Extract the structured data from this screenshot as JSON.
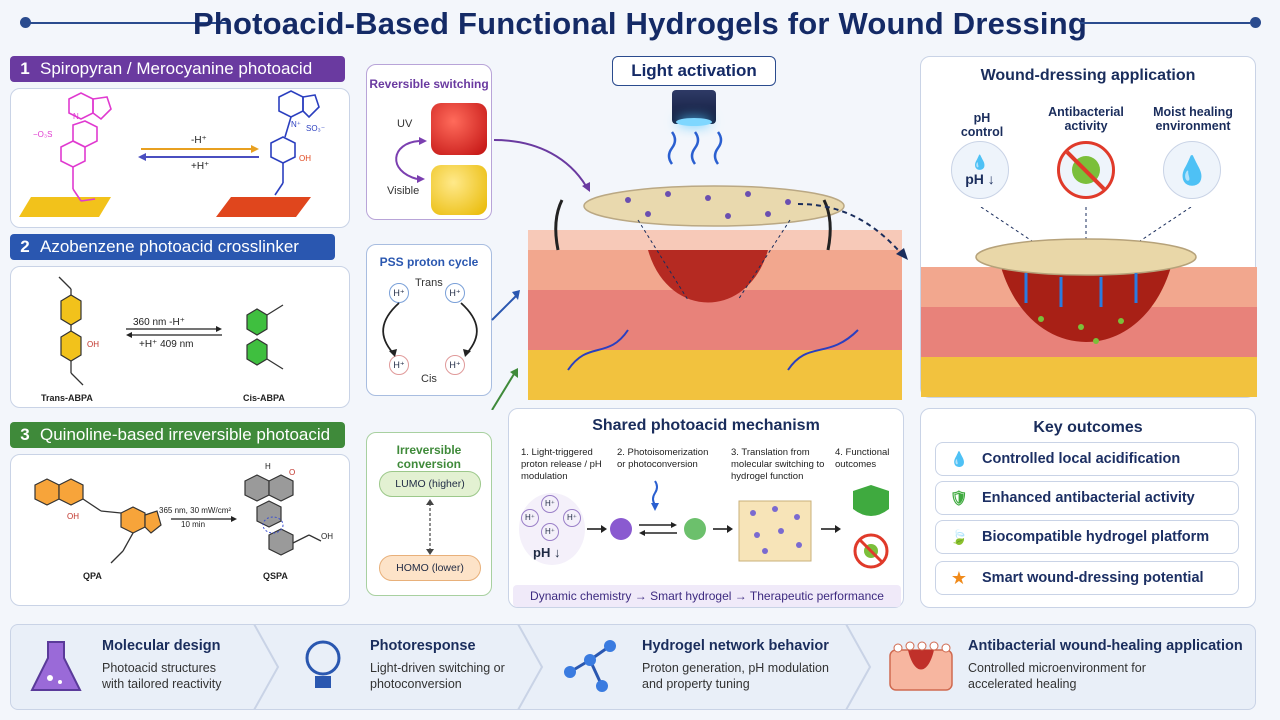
{
  "title": "Photoacid-Based Functional Hydrogels for Wound Dressing",
  "sections": [
    {
      "num": "1",
      "label": "Spiropyran / Merocyanine photoacid",
      "color": "#6a3aa0"
    },
    {
      "num": "2",
      "label": "Azobenzene photoacid crosslinker",
      "color": "#2a57b0"
    },
    {
      "num": "3",
      "label": "Quinoline-based irreversible photoacid",
      "color": "#3f8a3a"
    }
  ],
  "sec1": {
    "arrow_top": "-H⁺",
    "arrow_bottom": "+H⁺",
    "n_label": "N",
    "so3_left": "−O₃S",
    "so3_right": "SO₃⁻",
    "n_plus": "N⁺",
    "oh": "OH"
  },
  "sec2": {
    "arrow_top": "360 nm   -H⁺",
    "arrow_bottom": "+H⁺  409 nm",
    "trans_label": "Trans-ABPA",
    "cis_label": "Cis-ABPA",
    "oh": "OH"
  },
  "sec3": {
    "arrow_line1": "365 nm, 30 mW/cm²",
    "arrow_line2": "10 min",
    "qpa_label": "QPA",
    "qspa_label": "QSPA",
    "oh": "OH",
    "oh2": "OH",
    "nh": "H",
    "o": "O"
  },
  "reversible": {
    "title": "Reversible switching",
    "uv": "UV",
    "visible": "Visible"
  },
  "pss": {
    "title": "PSS proton cycle",
    "trans": "Trans",
    "cis": "Cis",
    "h": "H⁺"
  },
  "irreversible": {
    "title": "Irreversible conversion",
    "lumo": "LUMO (higher)",
    "homo": "HOMO (lower)"
  },
  "light": {
    "label": "Light activation"
  },
  "wound": {
    "title": "Wound-dressing application",
    "ph_control": "pH control",
    "antibacterial": "Antibacterial activity",
    "moist": "Moist healing environment",
    "ph_symbol": "pH ↓"
  },
  "mechanism": {
    "title": "Shared photoacid mechanism",
    "steps": [
      "1. Light-triggered proton release / pH modulation",
      "2. Photoisomerization or photoconversion",
      "3. Translation from molecular switching to hydrogel function",
      "4. Functional outcomes"
    ],
    "h": "H⁺",
    "ph_symbol": "pH ↓",
    "flow": "Dynamic chemistry → Smart hydrogel → Therapeutic performance"
  },
  "outcomes": {
    "title": "Key outcomes",
    "items": [
      "Controlled local acidification",
      "Enhanced antibacterial activity",
      "Biocompatible hydrogel platform",
      "Smart wound-dressing potential"
    ]
  },
  "bottom": [
    {
      "title": "Molecular design",
      "desc": "Photoacid structures with tailored reactivity"
    },
    {
      "title": "Photoresponse",
      "desc": "Light-driven switching or photoconversion"
    },
    {
      "title": "Hydrogel network behavior",
      "desc": "Proton generation, pH modulation and property tuning"
    },
    {
      "title": "Antibacterial wound-healing application",
      "desc": "Controlled microenvironment for accelerated healing"
    }
  ]
}
